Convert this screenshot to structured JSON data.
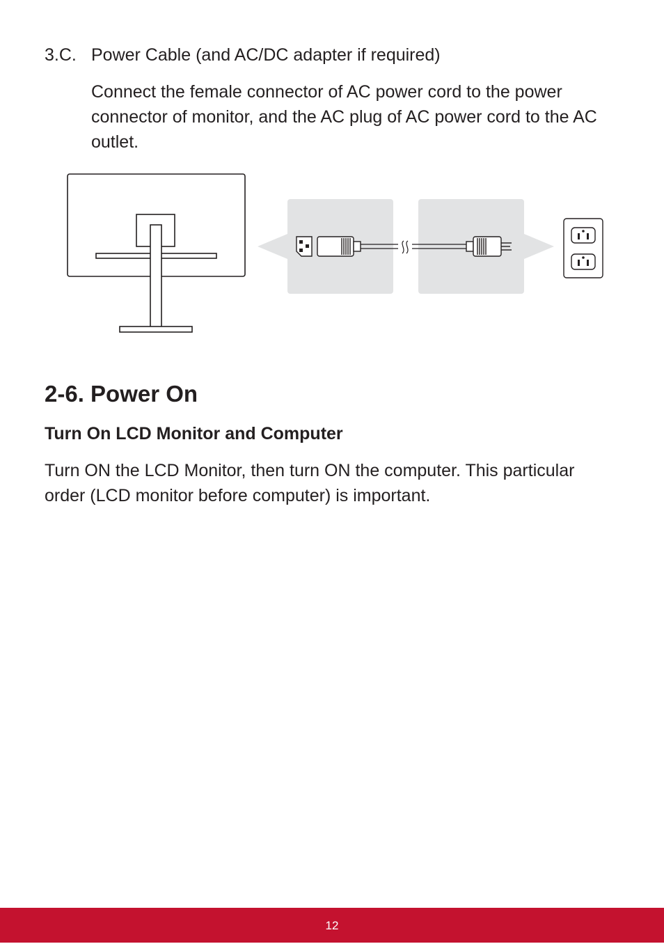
{
  "step": {
    "number": "3.C.",
    "title": "Power Cable (and AC/DC adapter if required)",
    "body": "Connect the female connector of AC power cord to the power connector of monitor, and the AC plug of AC power cord to the AC outlet."
  },
  "figure": {
    "icons": [
      "monitor-rear-icon",
      "iec-female-connector-icon",
      "cable-break-icon",
      "ac-plug-icon",
      "wall-outlet-icon"
    ]
  },
  "section": {
    "title": "2-6.  Power On",
    "subheading": "Turn On LCD Monitor and Computer",
    "paragraph": "Turn ON the LCD Monitor, then turn ON the computer. This particular order (LCD monitor before computer) is important."
  },
  "footer": {
    "page_number": "12",
    "color": "#c4122f"
  }
}
